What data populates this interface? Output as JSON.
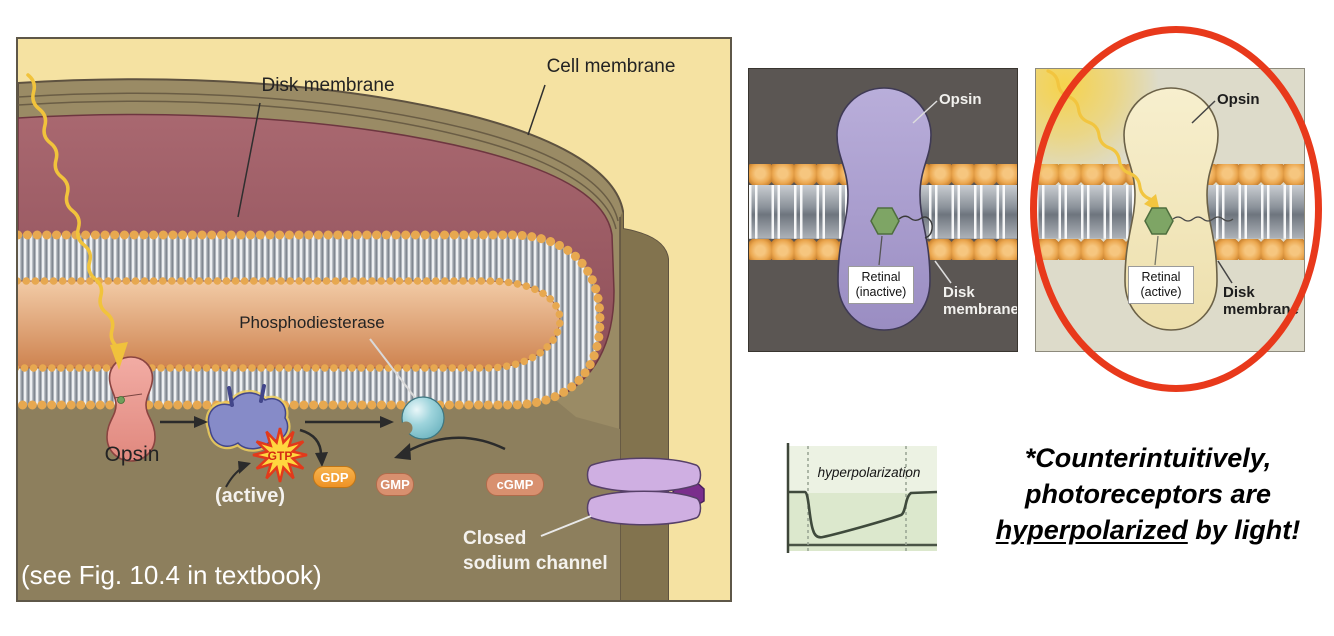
{
  "left_panel": {
    "caption": "(see Fig. 10.4 in textbook)",
    "labels": {
      "disk_membrane": "Disk membrane",
      "cell_membrane": "Cell membrane",
      "phosphodiesterase": "Phosphodiesterase",
      "opsin": "Opsin",
      "active_state": "(active)",
      "gtp": "GTP",
      "gdp": "GDP",
      "gmp": "GMP",
      "cgmp": "cGMP",
      "closed_channel_line1": "Closed",
      "closed_channel_line2": "sodium channel"
    }
  },
  "inactive_panel": {
    "opsin": "Opsin",
    "retinal_line1": "Retinal",
    "retinal_line2": "(inactive)",
    "disk_line1": "Disk",
    "disk_line2": "membrane"
  },
  "active_panel": {
    "opsin": "Opsin",
    "retinal_line1": "Retinal",
    "retinal_line2": "(active)",
    "disk_line1": "Disk",
    "disk_line2": "membrane"
  },
  "graph": {
    "annotation": "hyperpolarization"
  },
  "note": {
    "line1": "*Counterintuitively,",
    "line2": "photoreceptors are",
    "underlined": "hyperpolarized",
    "line3_rest": " by light!"
  },
  "colors": {
    "highlight_red": "#E8391B",
    "left_panel_background": "#F5E2A2",
    "dark_panel_background": "#5B5653",
    "light_panel_background": "#DDDBCA",
    "gtp_star_yellow": "#FFD73F",
    "gdp_pill_orange": "#F0A238",
    "nucleotide_pill_salmon": "#D8906F",
    "membrane_head_orange": "#E7A850"
  }
}
